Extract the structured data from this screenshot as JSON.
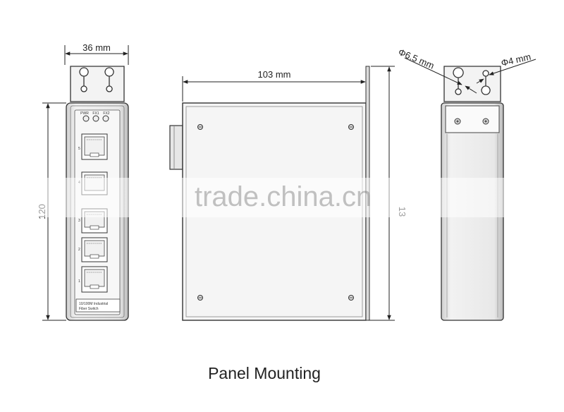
{
  "dimensions": {
    "width_front": "36 mm",
    "height_front": "120",
    "width_side": "103 mm",
    "height_side": "13",
    "hole_large": "Φ6.5 mm",
    "hole_small": "Φ4 mm"
  },
  "device": {
    "led_labels": [
      "PWR",
      "FX1",
      "FX2"
    ],
    "port_numbers": [
      "5",
      "4",
      "3",
      "2",
      "1"
    ],
    "product_label_line1": "10/100M Industrial",
    "product_label_line2": "Fiber Switch"
  },
  "caption": "Panel Mounting",
  "watermark": "trade.china.cn"
}
